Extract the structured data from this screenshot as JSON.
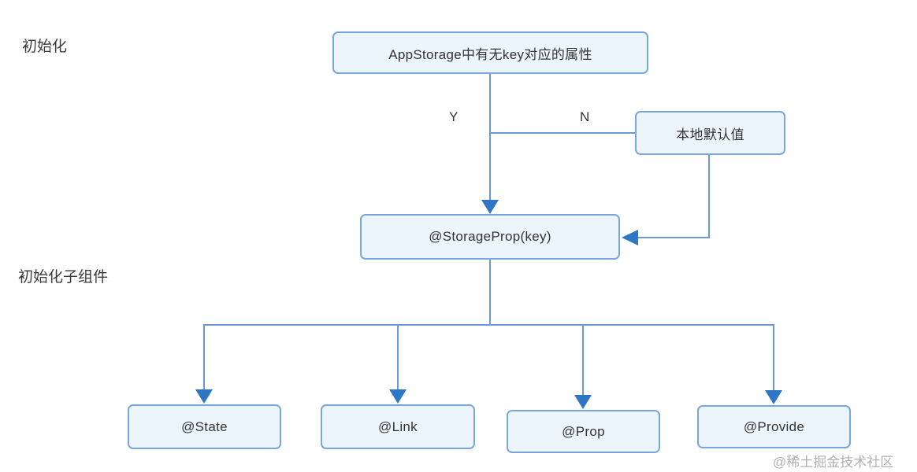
{
  "colors": {
    "line": "#6d99d8",
    "arrowhead": "#2e76c6",
    "box_border": "#79a7dd",
    "box_fill": "#ecf5fc",
    "text": "#333333",
    "label_text": "#3a3a3a",
    "watermark": "#b0b0b0",
    "background": "#ffffff"
  },
  "stage_labels": {
    "init": "初始化",
    "init_children": "初始化子组件"
  },
  "branch_labels": {
    "yes": "Y",
    "no": "N"
  },
  "nodes": {
    "question": "AppStorage中有无key对应的属性",
    "local_default": "本地默认值",
    "storage_prop": "@StorageProp(key)",
    "children": [
      "@State",
      "@Link",
      "@Prop",
      "@Provide"
    ]
  },
  "watermark": "@稀土掘金技术社区"
}
